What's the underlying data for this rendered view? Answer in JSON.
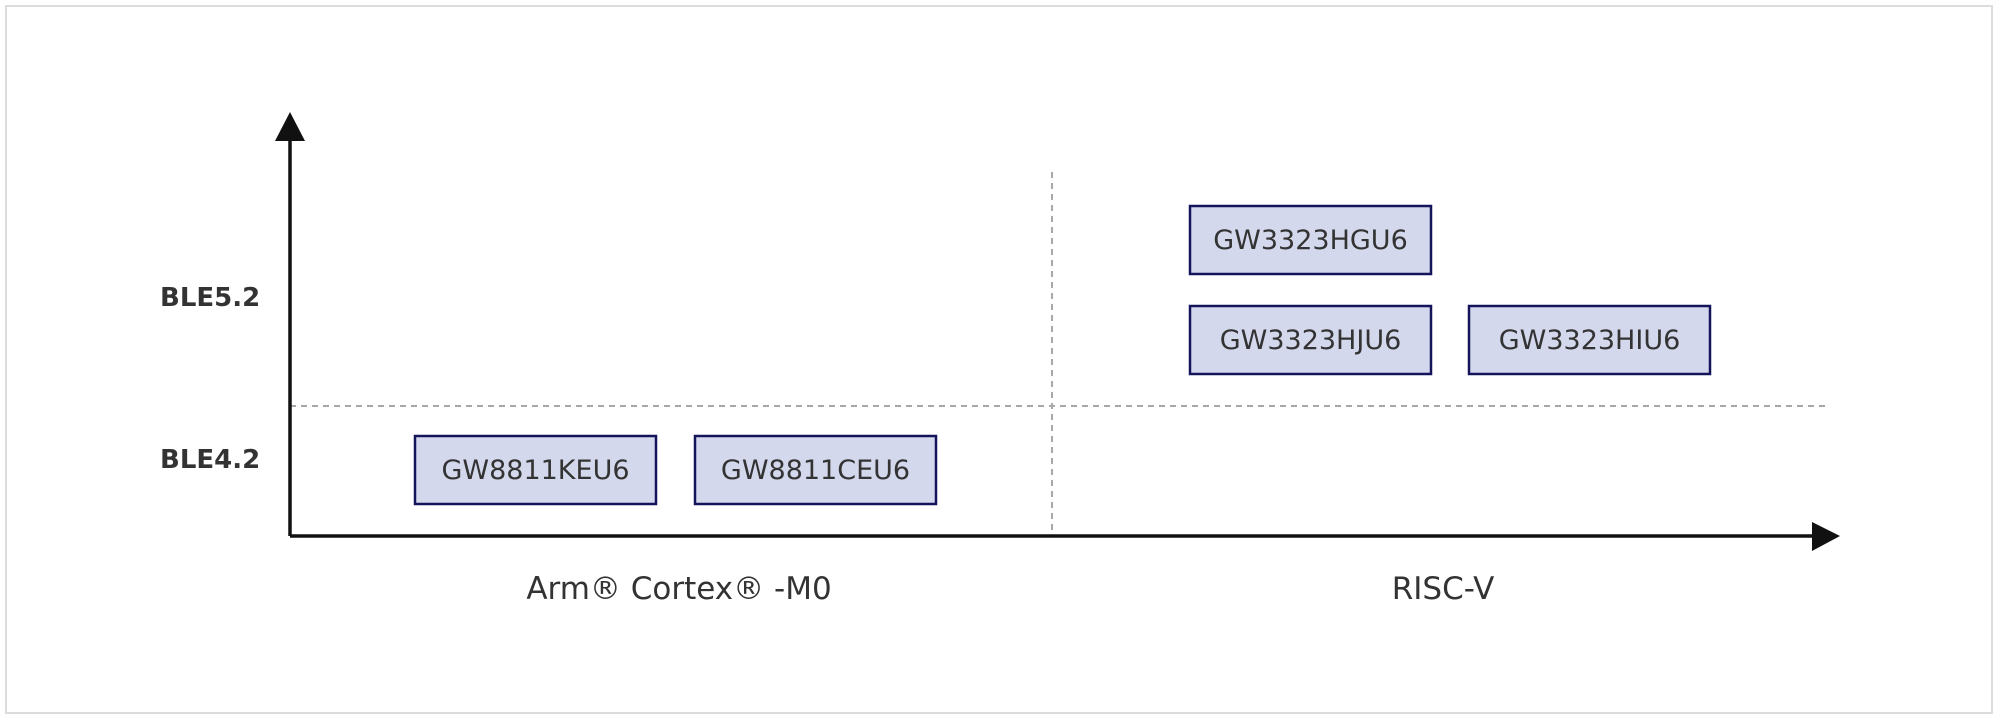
{
  "y_levels": {
    "upper": "BLE5.2",
    "lower": "BLE4.2"
  },
  "x_categories": {
    "left": "Arm® Cortex® -M0",
    "right": "RISC-V"
  },
  "products": {
    "arm_ble42_a": "GW8811KEU6",
    "arm_ble42_b": "GW8811CEU6",
    "riscv_ble52_a": "GW3323HGU6",
    "riscv_ble52_b": "GW3323HJU6",
    "riscv_ble52_c": "GW3323HIU6"
  },
  "colors": {
    "box_fill": "#d4d8ed",
    "box_border": "#14145a",
    "axis": "#111111",
    "divider": "#a8a8a8",
    "text": "#333333"
  }
}
